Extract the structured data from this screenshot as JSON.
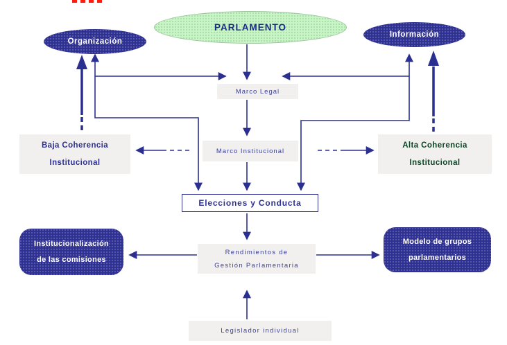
{
  "colors": {
    "navy": "#2e3192",
    "green_ellipse_fill": "#c9f4c7",
    "dark_green_text": "#0b4524",
    "gray_box_fill": "#f1f0ee",
    "red_marks": "#ff1d10",
    "white_text": "#ffffff"
  },
  "nodes": {
    "parlamento": "PARLAMENTO",
    "organizacion": "Organización",
    "informacion": "Información",
    "marco_legal": "Marco Legal",
    "marco_institucional": "Marco Institucional",
    "baja_coherencia": [
      "Baja Coherencia",
      "Institucional"
    ],
    "alta_coherencia": [
      "Alta Coherencia",
      "Institucional"
    ],
    "elecciones": "Elecciones y Conducta",
    "institucionalizacion": [
      "Institucionalización",
      "de las comisiones"
    ],
    "rendimientos": [
      "Rendimientos de",
      "Gestión Parlamentaria"
    ],
    "modelo": [
      "Modelo de grupos",
      "parlamentarios"
    ],
    "legislador": "Legislador individual"
  }
}
